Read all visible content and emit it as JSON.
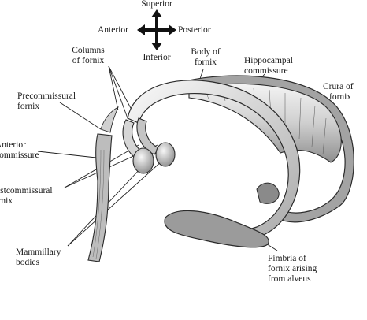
{
  "orientation": {
    "superior": "Superior",
    "anterior": "Anterior",
    "posterior": "Posterior",
    "inferior": "Inferior"
  },
  "labels": {
    "columns_of_fornix": [
      "Columns",
      "of fornix"
    ],
    "body_of_fornix": [
      "Body of",
      "fornix"
    ],
    "hippocampal_commissure": [
      "Hippocampal",
      "commissure"
    ],
    "crura_of_fornix": [
      "Crura of",
      "fornix"
    ],
    "precommissural_fornix": [
      "Precommissural",
      "fornix"
    ],
    "anterior_commissure": [
      "Anterior",
      "commissure"
    ],
    "postcommissural_fornix": [
      "Postcommissural",
      "fornix"
    ],
    "mammillary_bodies": [
      "Mammillary",
      "bodies"
    ],
    "fimbria_of_fornix": [
      "Fimbria of",
      "fornix arising",
      "from alveus"
    ]
  },
  "colors": {
    "outline": "#2b2b2b",
    "fill_light": "#e6e6e6",
    "fill_mid": "#bdbdbd",
    "fill_dark": "#8a8a8a"
  }
}
